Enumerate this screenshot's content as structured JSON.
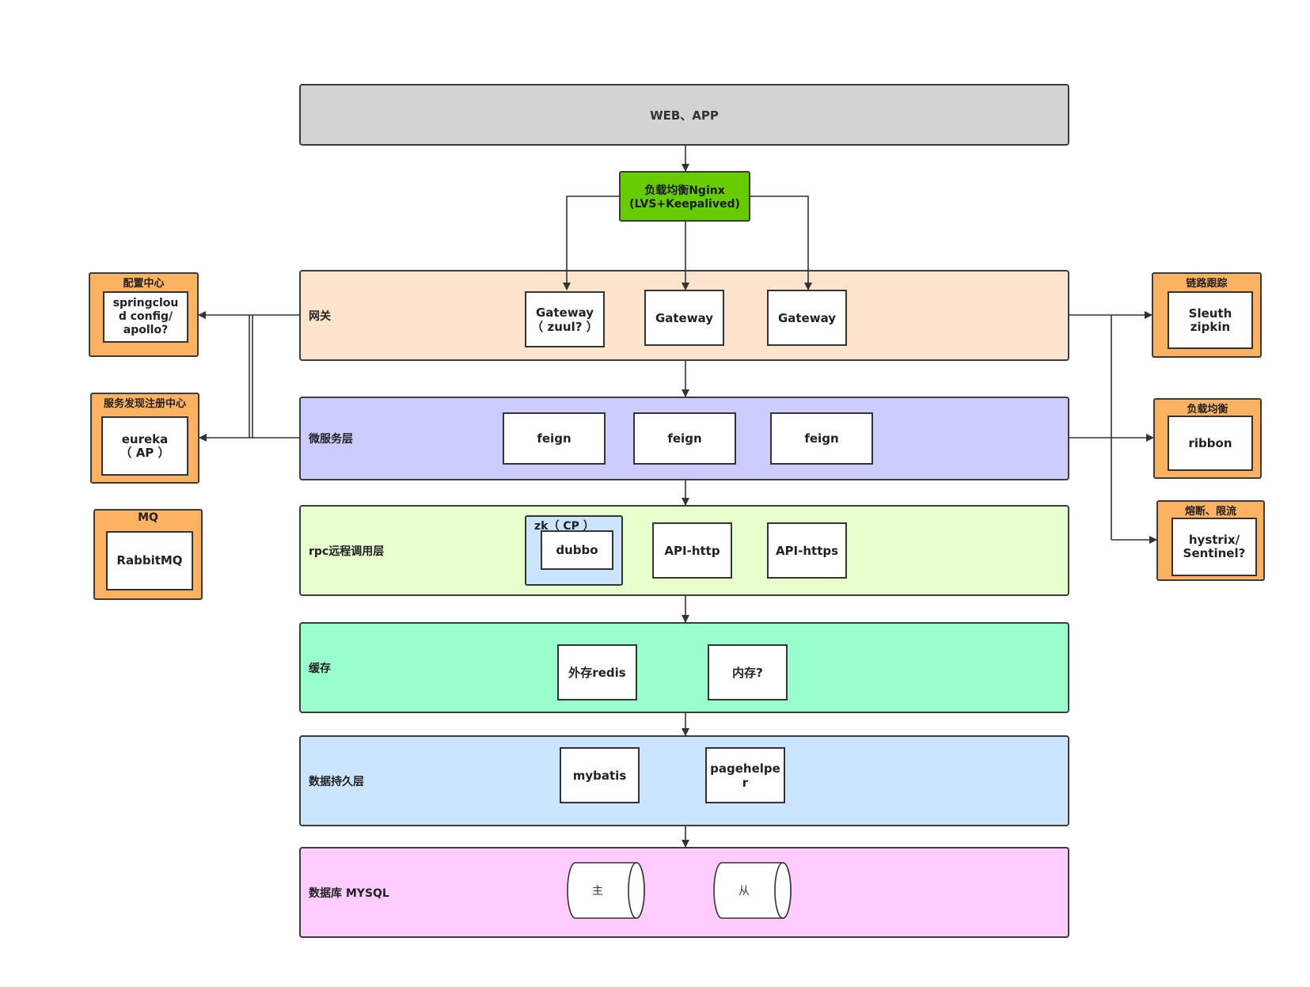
{
  "client": {
    "label": "WEB、APP",
    "color": "#d3d3d3"
  },
  "lb": {
    "line1": "负载均衡Nginx",
    "line2": "(LVS+Keepalived)",
    "color": "#66cc00"
  },
  "layers": {
    "gateway": {
      "label": "网关",
      "color": "#fee4cc",
      "items": [
        "Gateway\n（ zuul? ）",
        "Gateway",
        "Gateway"
      ]
    },
    "micro": {
      "label": "微服务层",
      "color": "#ccccff",
      "items": [
        "feign",
        "feign",
        "feign"
      ]
    },
    "rpc": {
      "label": "rpc远程调用层",
      "color": "#e6ffcc",
      "zk_label": "zk（ CP ）",
      "dubbo": "dubbo",
      "items": [
        "API-http",
        "API-https"
      ]
    },
    "cache": {
      "label": "缓存",
      "color": "#99ffcc",
      "items": [
        "外存redis",
        "内存?"
      ]
    },
    "persist": {
      "label": "数据持久层",
      "color": "#cce5ff",
      "items": [
        "mybatis",
        "pagehelpe\nr"
      ]
    },
    "db": {
      "label": "数据库 MYSQL",
      "color": "#ffccff",
      "master": "主",
      "slave": "从"
    }
  },
  "left_panels": {
    "config": {
      "title": "配置中心",
      "content": "springclou\nd config/\napollo?"
    },
    "registry": {
      "title": "服务发现注册中心",
      "content": "eureka\n（ AP ）"
    },
    "mq": {
      "title": "MQ",
      "content": "RabbitMQ"
    }
  },
  "right_panels": {
    "trace": {
      "title": "链路跟踪",
      "content": "Sleuth\nzipkin"
    },
    "balance": {
      "title": "负载均衡",
      "content": "ribbon"
    },
    "breaker": {
      "title": "熔断、限流",
      "content": "hystrix/\nSentinel?"
    }
  },
  "colors": {
    "side_panel": "#fdb262",
    "zk_box": "#cce5ff"
  }
}
